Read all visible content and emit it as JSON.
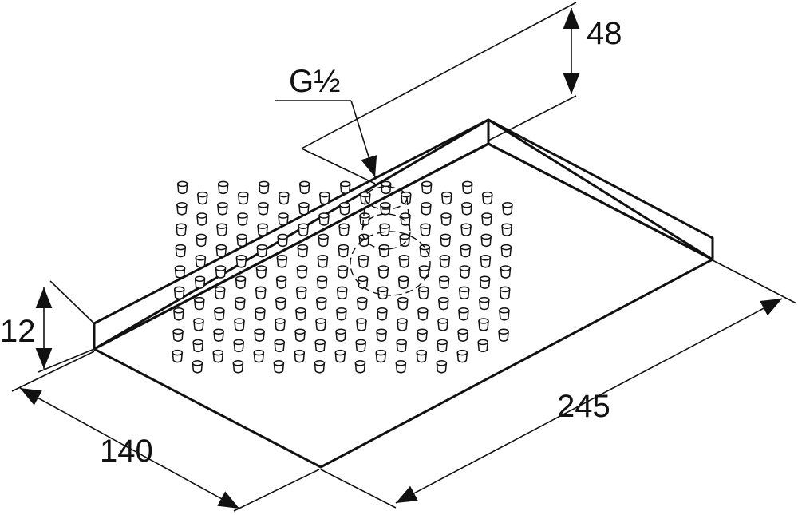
{
  "drawing": {
    "labels": {
      "thread": "G½",
      "nozzle_height": "48",
      "plate_thickness": "12",
      "width": "140",
      "length": "245"
    },
    "colors": {
      "line": "#111111",
      "background": "#ffffff"
    }
  }
}
